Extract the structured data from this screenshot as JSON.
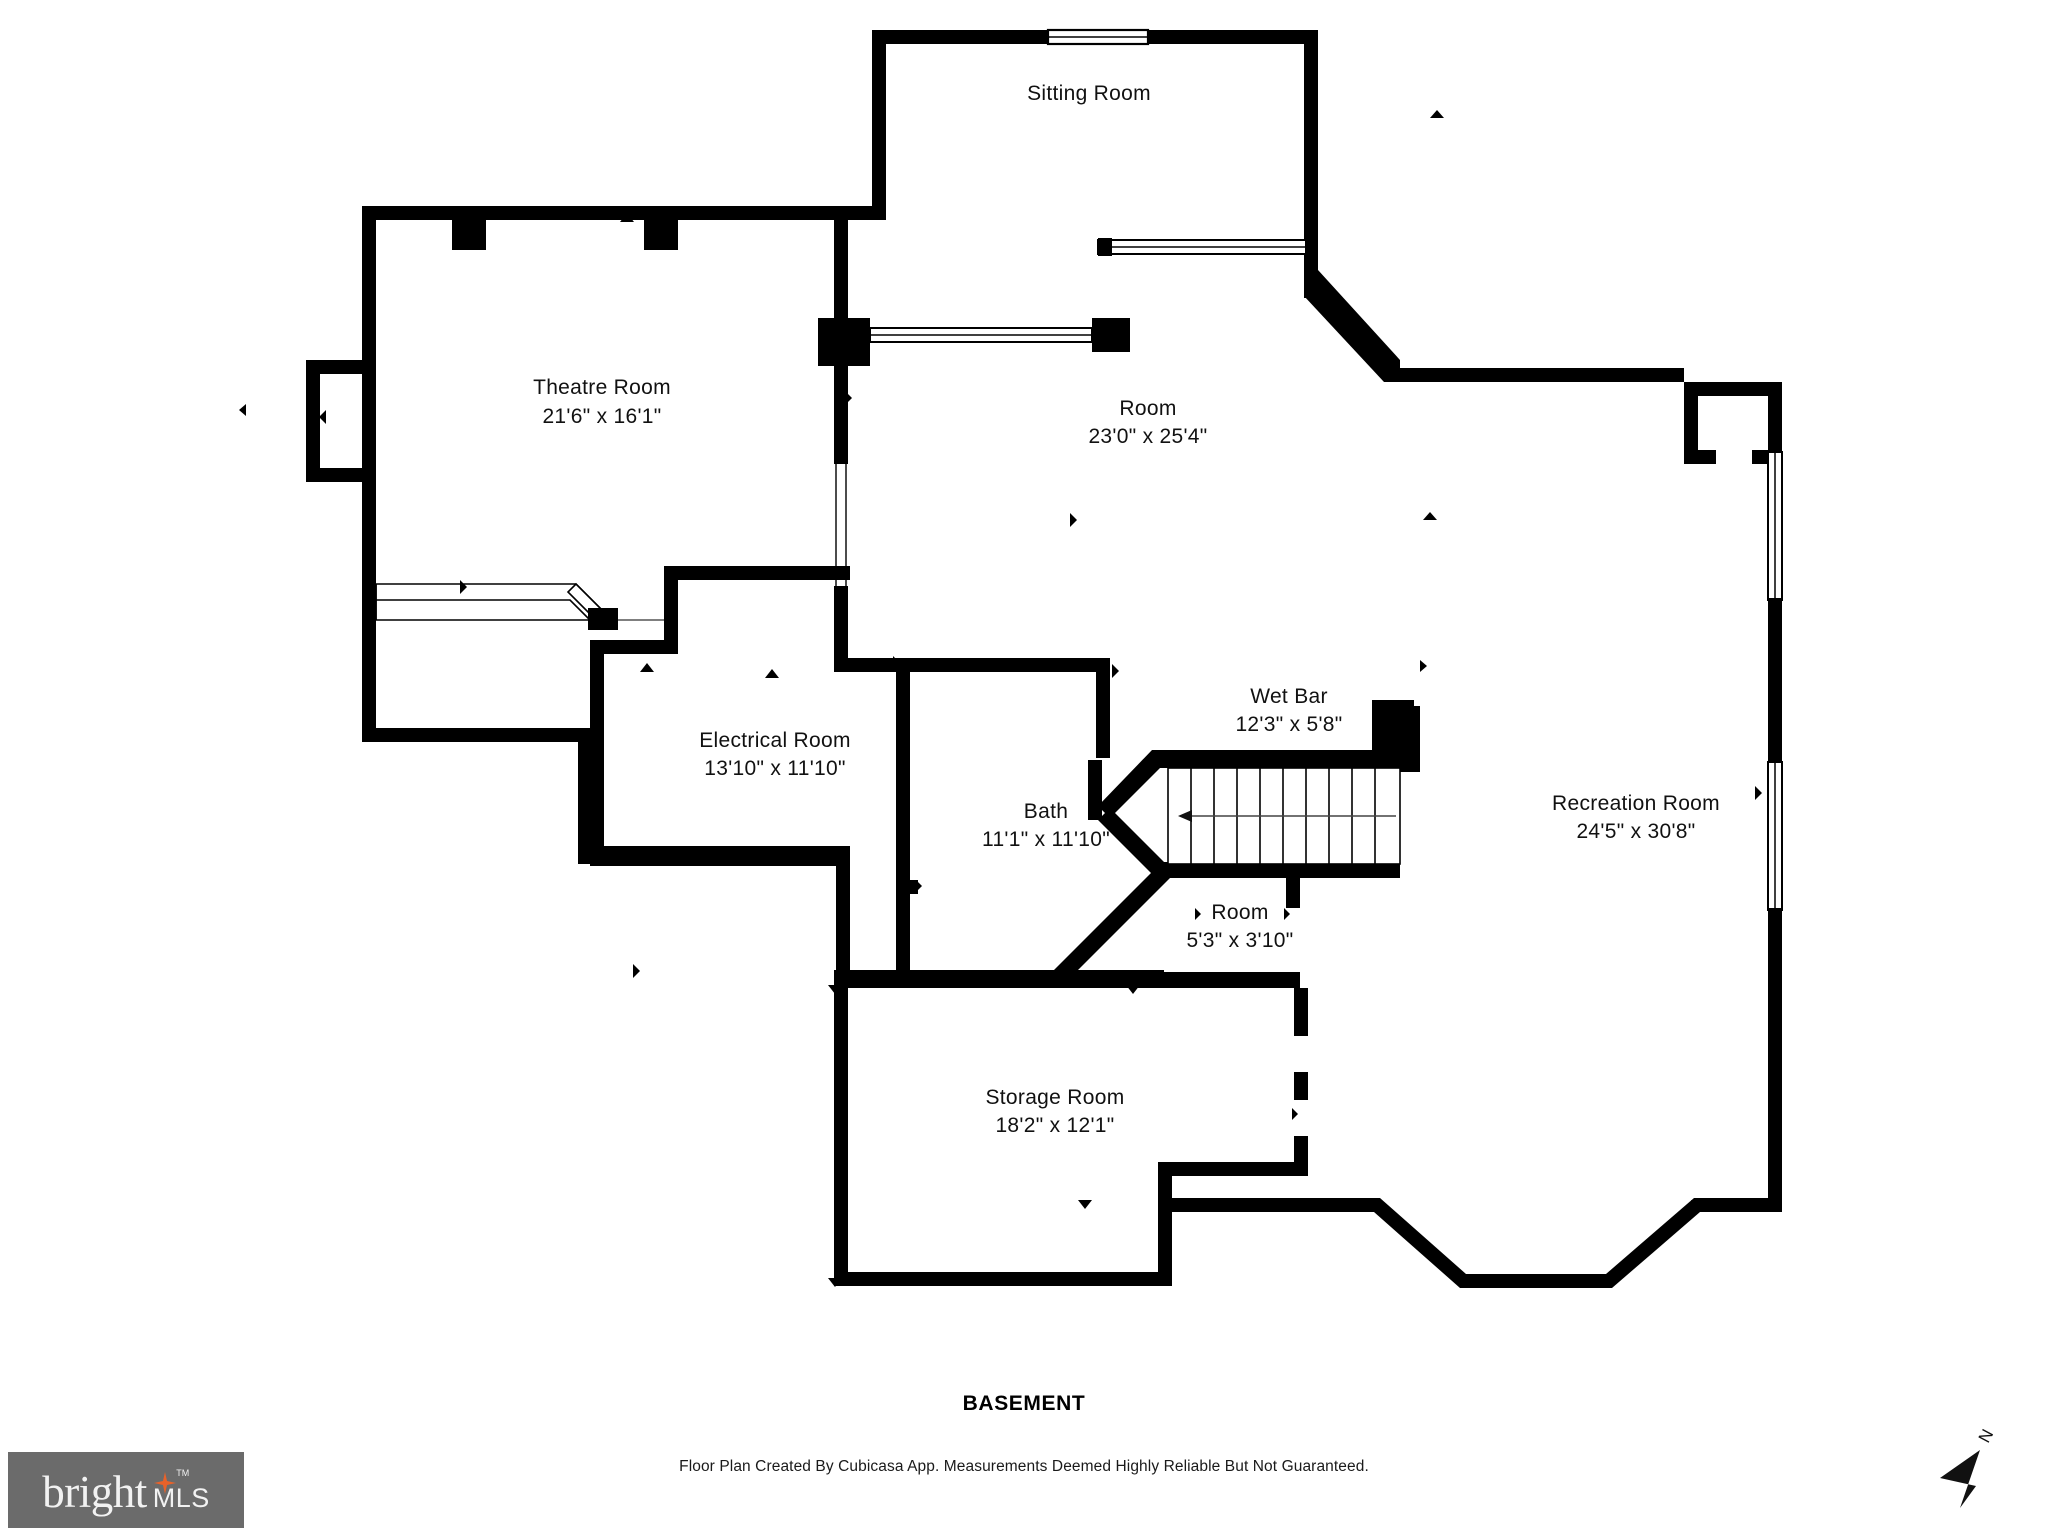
{
  "plan": {
    "title": "BASEMENT",
    "disclaimer": "Floor Plan Created By Cubicasa App. Measurements Deemed Highly Reliable But Not Guaranteed.",
    "rooms": [
      {
        "name": "Sitting Room",
        "dimensions": ""
      },
      {
        "name": "Theatre Room",
        "dimensions": "21'6\" x 16'1\""
      },
      {
        "name": "Room",
        "dimensions": "23'0\" x 25'4\""
      },
      {
        "name": "Electrical Room",
        "dimensions": "13'10\" x 11'10\""
      },
      {
        "name": "Wet Bar",
        "dimensions": "12'3\" x 5'8\""
      },
      {
        "name": "Bath",
        "dimensions": "11'1\" x 11'10\""
      },
      {
        "name": "Room",
        "dimensions": "5'3\" x 3'10\""
      },
      {
        "name": "Recreation Room",
        "dimensions": "24'5\" x 30'8\""
      },
      {
        "name": "Storage Room",
        "dimensions": "18'2\" x 12'1\""
      }
    ]
  },
  "compass": {
    "label": "N"
  },
  "branding": {
    "name": "bright",
    "suffix": "MLS",
    "trademark": "TM",
    "background_color": "#6b6b6b",
    "text_color": "#f2f2f2",
    "accent_color": "#e8622a"
  },
  "colors": {
    "wall": "#000000",
    "background": "#ffffff",
    "opening": "#ffffff",
    "text": "#111111"
  }
}
